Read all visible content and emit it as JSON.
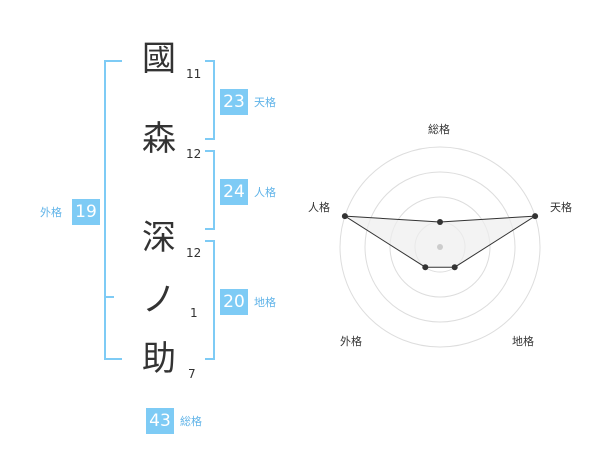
{
  "name_chars": [
    {
      "char": "國",
      "strokes": "11"
    },
    {
      "char": "森",
      "strokes": "12"
    },
    {
      "char": "深",
      "strokes": "12"
    },
    {
      "char": "ノ",
      "strokes": "1"
    },
    {
      "char": "助",
      "strokes": "7"
    }
  ],
  "kaku": {
    "tenkaku": {
      "label": "天格",
      "value": "23"
    },
    "jinkaku": {
      "label": "人格",
      "value": "24"
    },
    "chikaku": {
      "label": "地格",
      "value": "20"
    },
    "gaikaku": {
      "label": "外格",
      "value": "19"
    },
    "soukaku": {
      "label": "総格",
      "value": "43"
    }
  },
  "radar": {
    "axes": [
      "総格",
      "天格",
      "地格",
      "外格",
      "人格"
    ],
    "levels": 4,
    "values": [
      1,
      4,
      1,
      1,
      4
    ],
    "max": 4,
    "colors": {
      "fill": "#eeeeee",
      "line": "#333333",
      "grid": "#dddddd",
      "point": "#333333"
    }
  },
  "colors": {
    "accent": "#7ecbf5",
    "accent_text": "#5fb3e8"
  }
}
